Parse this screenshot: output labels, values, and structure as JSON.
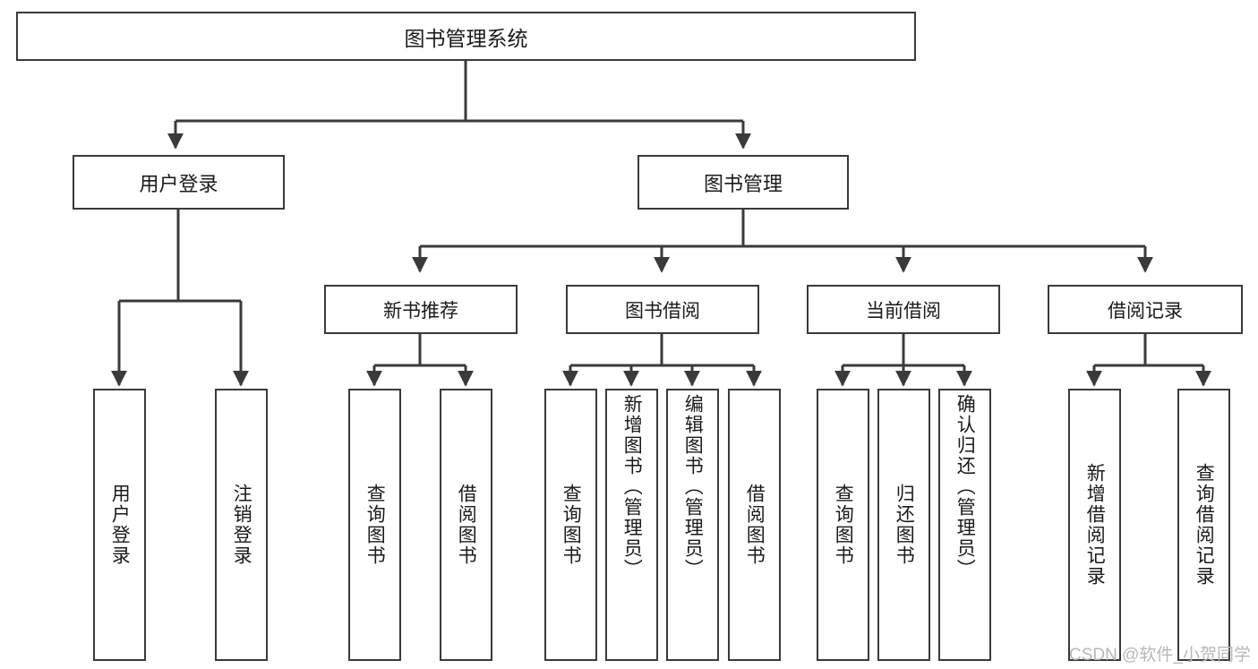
{
  "diagram": {
    "title": "图书管理系统",
    "type": "hierarchy-tree",
    "watermark": "CSDN @软件_小贺同学",
    "colors": {
      "box_border": "#3a3a3a",
      "box_fill": "#ffffff",
      "edge": "#3a3a3a",
      "text": "#1a1a1a",
      "watermark": "#b8b8b8"
    },
    "nodes": {
      "root": {
        "label": "图书管理系统"
      },
      "level1": [
        {
          "id": "user_login",
          "label": "用户登录"
        },
        {
          "id": "book_manage",
          "label": "图书管理"
        }
      ],
      "level2": [
        {
          "id": "new_book_rec",
          "label": "新书推荐"
        },
        {
          "id": "book_borrow",
          "label": "图书借阅"
        },
        {
          "id": "current_borrow",
          "label": "当前借阅"
        },
        {
          "id": "borrow_record",
          "label": "借阅记录"
        }
      ],
      "leaves": {
        "user_login": [
          {
            "id": "leaf_user_login",
            "label": "用户登录"
          },
          {
            "id": "leaf_logout",
            "label": "注销登录"
          }
        ],
        "new_book_rec": [
          {
            "id": "leaf_query_book_1",
            "label": "查询图书"
          },
          {
            "id": "leaf_borrow_book_1",
            "label": "借阅图书"
          }
        ],
        "book_borrow": [
          {
            "id": "leaf_query_book_2",
            "label": "查询图书"
          },
          {
            "id": "leaf_add_book",
            "label": "新增图书（管理员）"
          },
          {
            "id": "leaf_edit_book",
            "label": "编辑图书（管理员）"
          },
          {
            "id": "leaf_borrow_book_2",
            "label": "借阅图书"
          }
        ],
        "current_borrow": [
          {
            "id": "leaf_query_book_3",
            "label": "查询图书"
          },
          {
            "id": "leaf_return_book",
            "label": "归还图书"
          },
          {
            "id": "leaf_confirm_return",
            "label": "确认归还（管理员）"
          }
        ],
        "borrow_record": [
          {
            "id": "leaf_add_record",
            "label": "新增借阅记录"
          },
          {
            "id": "leaf_query_record",
            "label": "查询借阅记录"
          }
        ]
      }
    }
  }
}
